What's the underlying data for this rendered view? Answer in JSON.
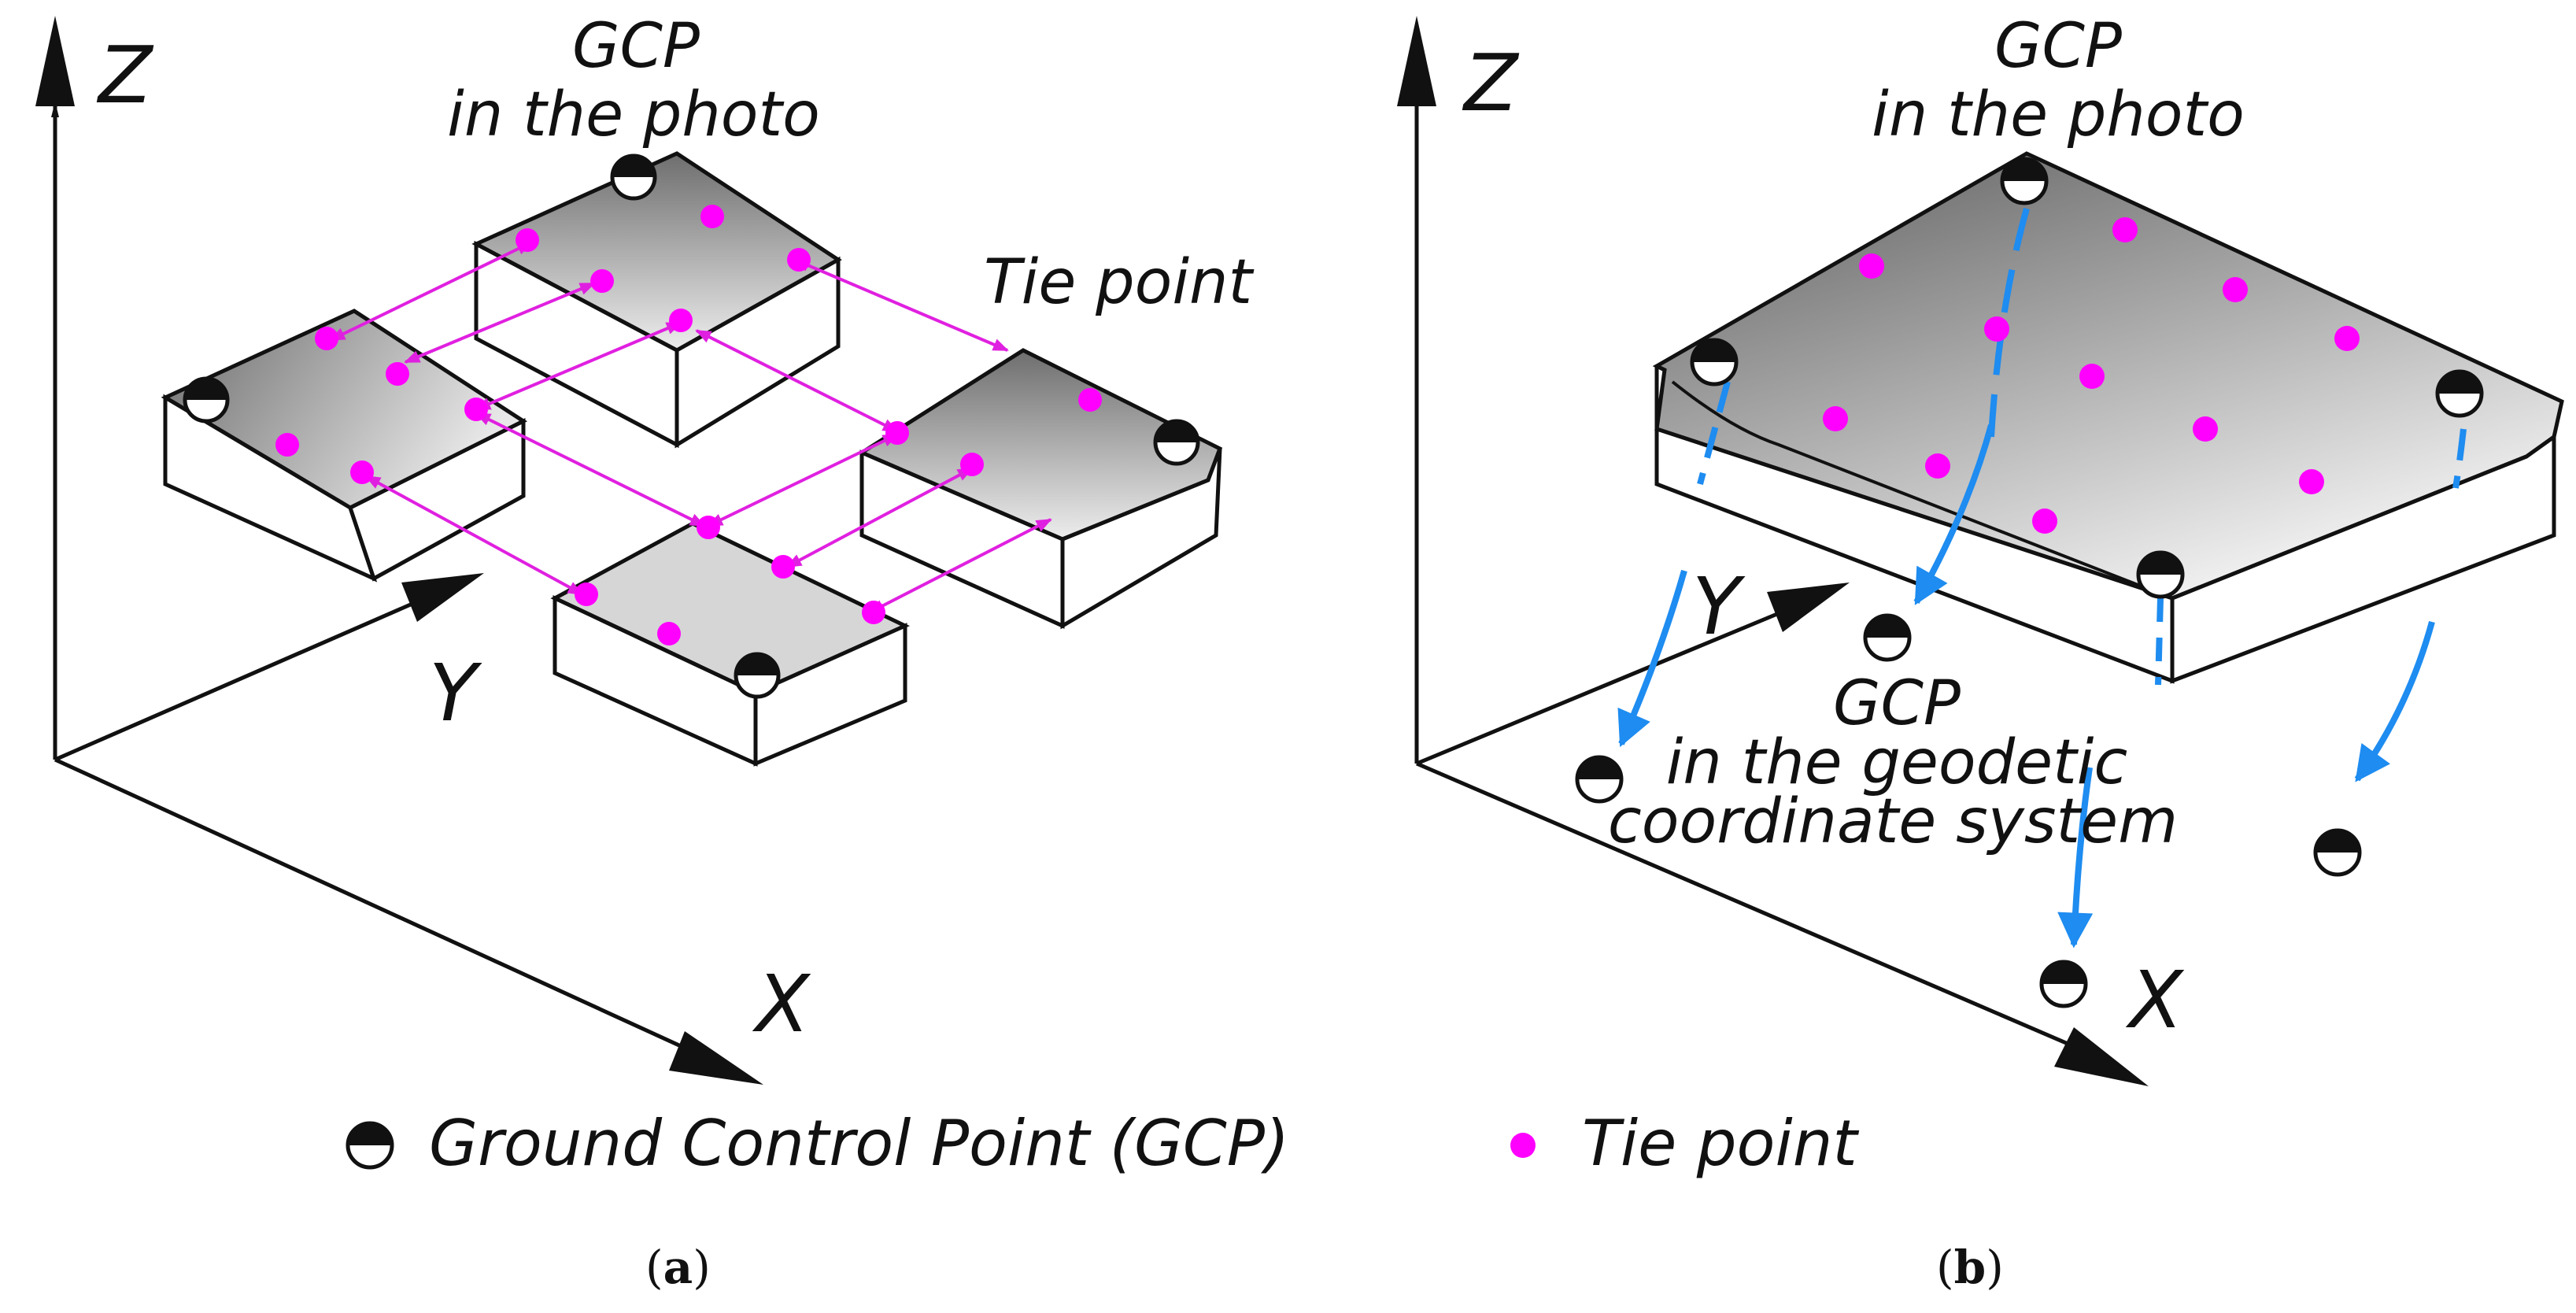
{
  "panel_a": {
    "axis_z": "Z",
    "axis_y": "Y",
    "axis_x": "X",
    "gcp_label_line1": "GCP",
    "gcp_label_line2": "in the photo",
    "tie_label": "Tie point",
    "caption_open": "(",
    "caption_letter": "a",
    "caption_close": ")"
  },
  "panel_b": {
    "axis_z": "Z",
    "axis_y": "Y",
    "axis_x": "X",
    "gcp_photo_line1": "GCP",
    "gcp_photo_line2": "in the photo",
    "gcp_geo_line1": "GCP",
    "gcp_geo_line2": "in the geodetic",
    "gcp_geo_line3": "coordinate system",
    "caption_open": "(",
    "caption_letter": "b",
    "caption_close": ")"
  },
  "legend": {
    "gcp": "Ground Control Point (GCP)",
    "tie": "Tie point"
  },
  "colors": {
    "tie_point": "#ff00ff",
    "tie_arrow": "#e020e0",
    "projection_arrow": "#1e8cf0",
    "outline": "#111111"
  }
}
